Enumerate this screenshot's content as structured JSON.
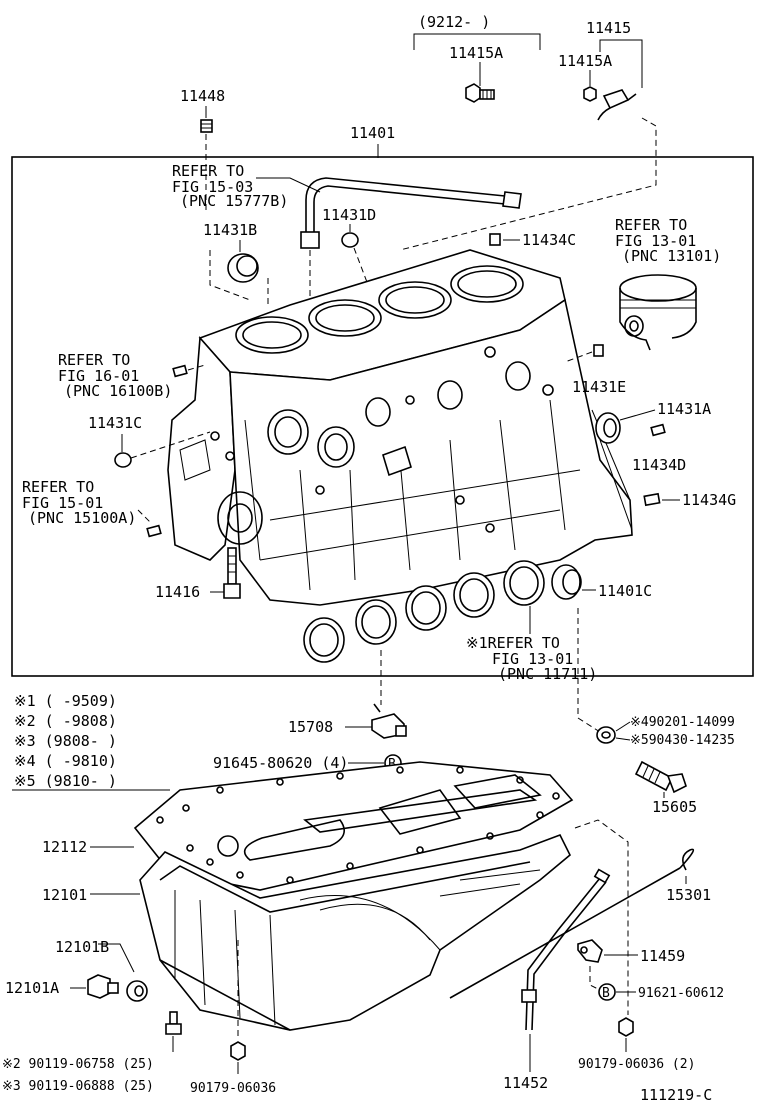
{
  "labels": {
    "date_range_top": "(9212-      )",
    "p11415A_a": "11415A",
    "p11415": "11415",
    "p11415A_b": "11415A",
    "p11448": "11448",
    "p11401": "11401",
    "refer_1503": [
      "REFER TO",
      "FIG 15-03",
      "(PNC 15777B)"
    ],
    "p11431D": "11431D",
    "p11431B": "11431B",
    "p11434C": "11434C",
    "refer_1301a": [
      "REFER TO",
      "FIG 13-01",
      "(PNC 13101)"
    ],
    "refer_1601": [
      "REFER TO",
      "FIG 16-01",
      "(PNC 16100B)"
    ],
    "p11431E": "11431E",
    "p11431A": "11431A",
    "p11431C": "11431C",
    "p11434D": "11434D",
    "refer_1501": [
      "REFER TO",
      "FIG 15-01",
      "(PNC 15100A)"
    ],
    "p11434G": "11434G",
    "p11416": "11416",
    "p11401C": "11401C",
    "refer_1301b": [
      "※1REFER TO",
      "FIG 13-01",
      "(PNC 11711)"
    ],
    "notes": [
      "※1 (      -9509)",
      "※2 (      -9808)",
      "※3 (9808-      )",
      "※4 (      -9810)",
      "※5 (9810-      )"
    ],
    "p15708": "15708",
    "p490201": "※490201-14099",
    "p590430": "※590430-14235",
    "p91645": "91645-80620 (4)",
    "p15605": "15605",
    "p12112": "12112",
    "p12101": "12101",
    "p15301": "15301",
    "p12101B": "12101B",
    "p11459": "11459",
    "p12101A": "12101A",
    "p91621": "91621-60612",
    "p90119a": "※2 90119-06758 (25)",
    "p90119b": "※3 90119-06888 (25)",
    "p90179a": "90179-06036",
    "p90179b": "90179-06036 (2)",
    "p11452": "11452",
    "diagram_id": "111219-C",
    "washer_letter": "B"
  }
}
